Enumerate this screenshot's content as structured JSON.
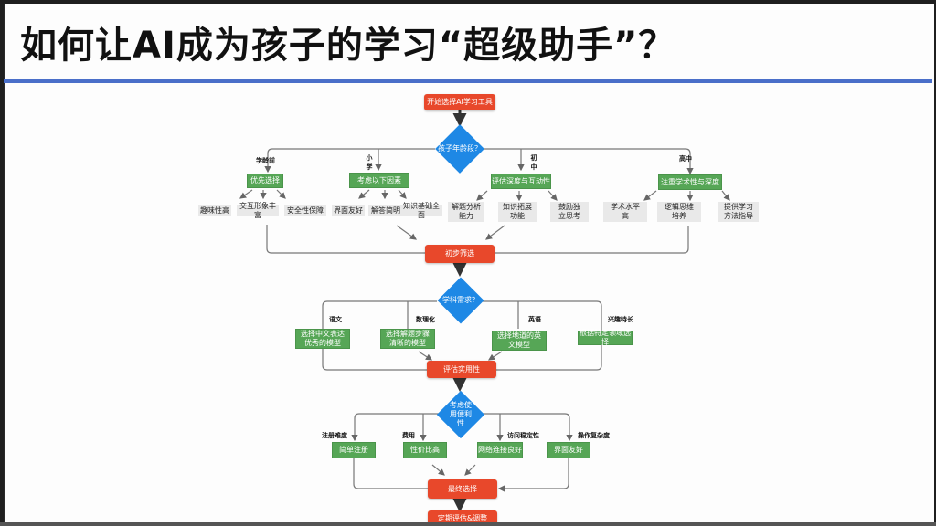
{
  "title": "如何让AI成为孩子的学习“超级助手”？",
  "colors": {
    "accent_rule": "#4a6fc9",
    "process_red": "#e8482b",
    "decision_blue": "#1e88e5",
    "option_green": "#56a656",
    "detail_gray": "#e9e9e9"
  },
  "flow": {
    "start": "开始选择AI学习工具",
    "age_decision": "孩子年龄段？",
    "age_branches": [
      {
        "label": "学龄前",
        "node": "优先选择",
        "details": [
          "趣味性高",
          "交互形象丰富",
          "安全性保障"
        ]
      },
      {
        "label": "小学",
        "node": "考虑以下因素",
        "details": [
          "界面友好",
          "解答简明",
          "知识基础全面"
        ]
      },
      {
        "label": "初中",
        "node": "评估深度与互动性",
        "details": [
          "解题分析能力",
          "知识拓展功能",
          "鼓励独立思考"
        ]
      },
      {
        "label": "高中",
        "node": "注重学术性与深度",
        "details": [
          "学术水平高",
          "逻辑思维培养",
          "提供学习方法指导"
        ]
      }
    ],
    "initial_filter": "初步筛选",
    "subject_decision": "学科需求？",
    "subject_branches": [
      {
        "label": "语文",
        "node": "选择中文表达优秀的模型"
      },
      {
        "label": "数理化",
        "node": "选择解题步骤清晰的模型"
      },
      {
        "label": "英语",
        "node": "选择地道的英文模型"
      },
      {
        "label": "兴趣特长",
        "node": "根据特定领域选择"
      }
    ],
    "evaluate_practicality": "评估实用性",
    "usability_decision": "考虑使用便利性",
    "usability_branches": [
      {
        "label": "注册难度",
        "node": "简单注册"
      },
      {
        "label": "费用",
        "node": "性价比高"
      },
      {
        "label": "访问稳定性",
        "node": "网络连接良好"
      },
      {
        "label": "操作复杂度",
        "node": "界面友好"
      }
    ],
    "final_choice": "最终选择",
    "review": "定期评估&调整"
  }
}
